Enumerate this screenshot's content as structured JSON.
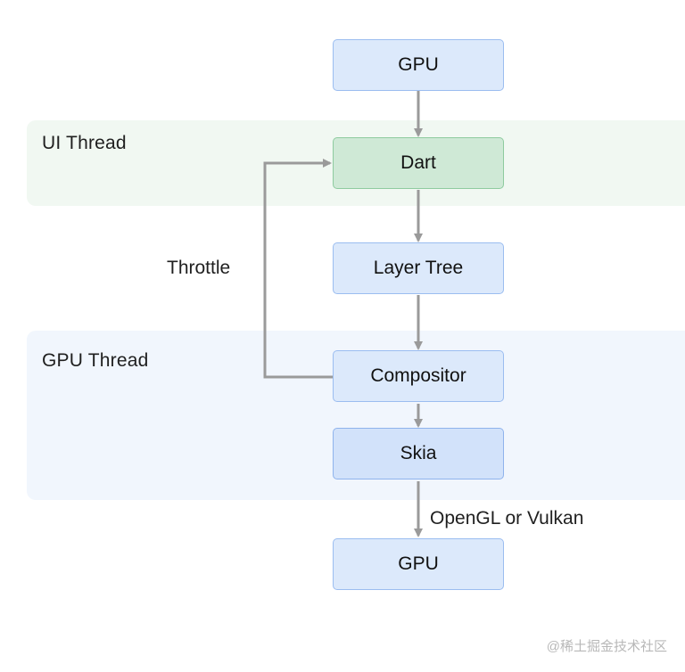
{
  "bands": {
    "ui_thread": "UI Thread",
    "gpu_thread": "GPU Thread"
  },
  "nodes": {
    "gpu_top": "GPU",
    "dart": "Dart",
    "layer_tree": "Layer Tree",
    "compositor": "Compositor",
    "skia": "Skia",
    "gpu_bottom": "GPU"
  },
  "edge_labels": {
    "throttle": "Throttle",
    "opengl_vulkan": "OpenGL or Vulkan"
  },
  "watermark": "@稀土掘金技术社区",
  "colors": {
    "box_blue": "#dce9fb",
    "box_green": "#cfe9d6",
    "band_ui": "#f1f8f2",
    "band_gpu": "#f1f6fd",
    "arrow": "#9a9a9a"
  }
}
